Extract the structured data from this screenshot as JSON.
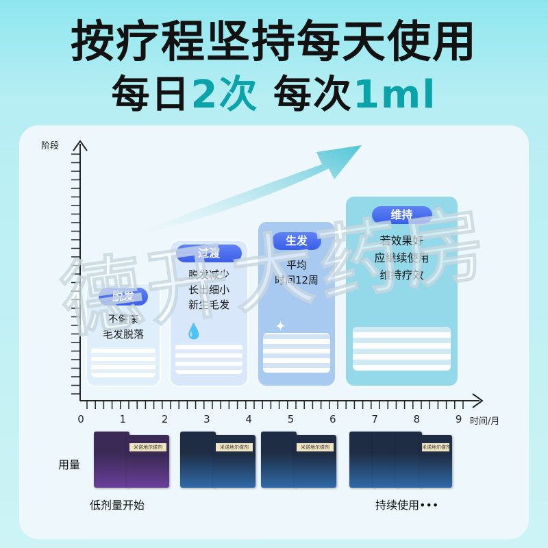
{
  "title_line1": "按疗程坚持每天使用",
  "title_line2": {
    "part1": "每日",
    "part2": "2次",
    "part3": "每次",
    "part4": "1ml"
  },
  "watermark": "德开大药房",
  "axis": {
    "y_label": "阶段",
    "x_label": "时间/月",
    "ticks": [
      "0",
      "1",
      "2",
      "3",
      "4",
      "5",
      "6",
      "7",
      "8",
      "9"
    ]
  },
  "stages": [
    {
      "label": "脱发",
      "desc": "不健康\n毛发脱落"
    },
    {
      "label": "过渡",
      "desc": "脱发减少\n长出细小\n新生毛发"
    },
    {
      "label": "生发",
      "desc": "平均\n时间12周"
    },
    {
      "label": "维持",
      "desc": "若效果好\n应继续使用\n维持疗效"
    }
  ],
  "dosage_label": "用量",
  "product_name": "米诺地尔搽剂",
  "start_text": "低剂量开始",
  "continue_text": "持续使用•••",
  "colors": {
    "accent": "#0aa3a9",
    "pill": "#3a5ee8"
  }
}
